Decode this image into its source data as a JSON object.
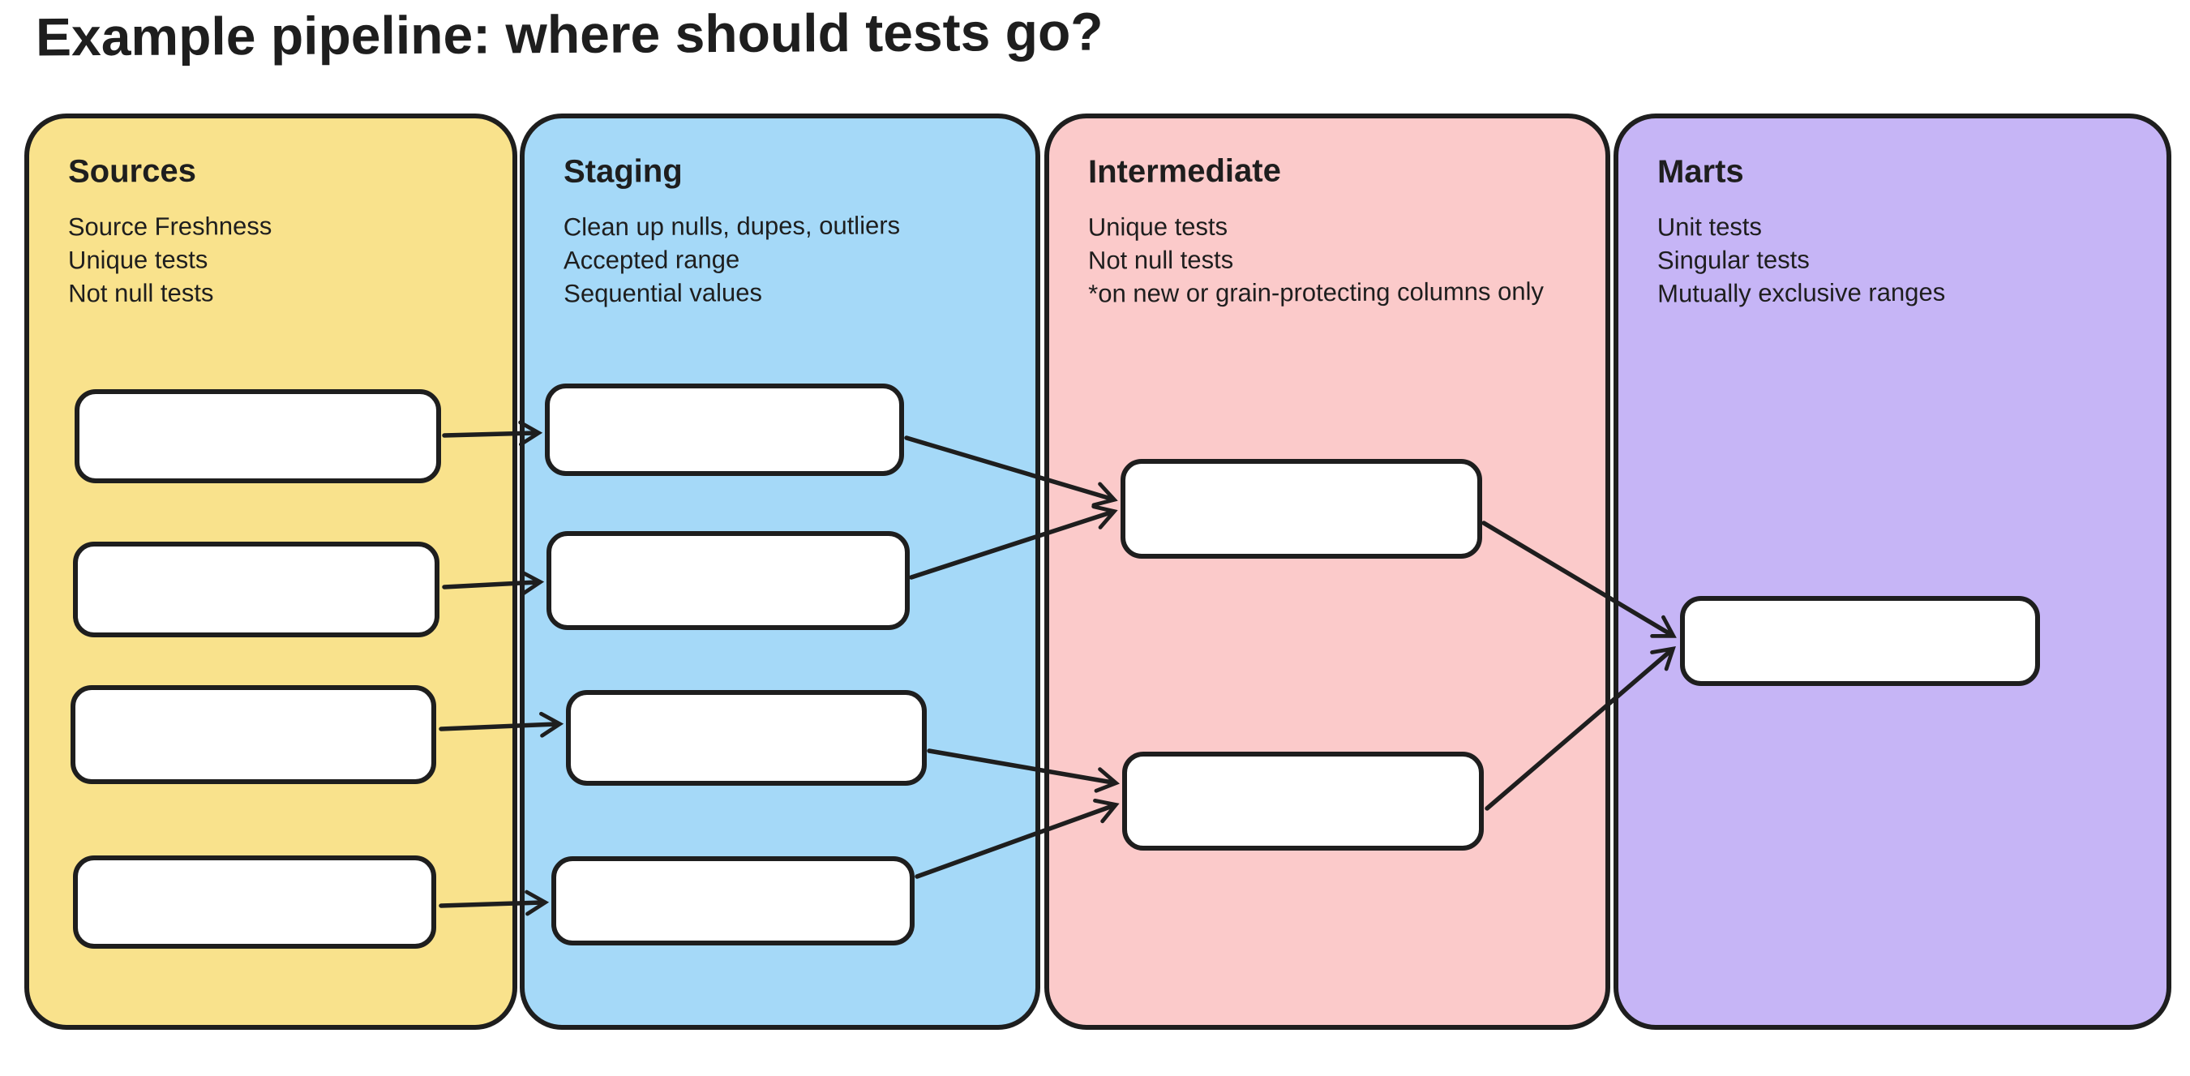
{
  "title": "Example pipeline: where should tests go?",
  "colors": {
    "background": "#FFFFFF",
    "stroke": "#1E1E1E",
    "node_fill": "#FFFFFF",
    "sources": "#F9E28C",
    "staging": "#A5D9F8",
    "intermediate": "#FBCACA",
    "marts": "#C6B5F6"
  },
  "columns": [
    {
      "label": "Sources",
      "notes": [
        "Source Freshness",
        "Unique tests",
        "Not null tests"
      ],
      "node_count": 4
    },
    {
      "label": "Staging",
      "notes": [
        "Clean up nulls, dupes, outliers",
        "Accepted range",
        "Sequential values"
      ],
      "node_count": 4
    },
    {
      "label": "Intermediate",
      "notes": [
        "Unique tests",
        "Not null tests",
        "*on new or grain-protecting columns only"
      ],
      "node_count": 2
    },
    {
      "label": "Marts",
      "notes": [
        "Unit tests",
        "Singular tests",
        "Mutually exclusive ranges"
      ],
      "node_count": 1
    }
  ],
  "edges": [
    {
      "from": "sources-1",
      "to": "staging-1"
    },
    {
      "from": "sources-2",
      "to": "staging-2"
    },
    {
      "from": "sources-3",
      "to": "staging-3"
    },
    {
      "from": "sources-4",
      "to": "staging-4"
    },
    {
      "from": "staging-1",
      "to": "intermediate-1"
    },
    {
      "from": "staging-2",
      "to": "intermediate-1"
    },
    {
      "from": "staging-3",
      "to": "intermediate-2"
    },
    {
      "from": "staging-4",
      "to": "intermediate-2"
    },
    {
      "from": "intermediate-1",
      "to": "marts-1"
    },
    {
      "from": "intermediate-2",
      "to": "marts-1"
    }
  ]
}
